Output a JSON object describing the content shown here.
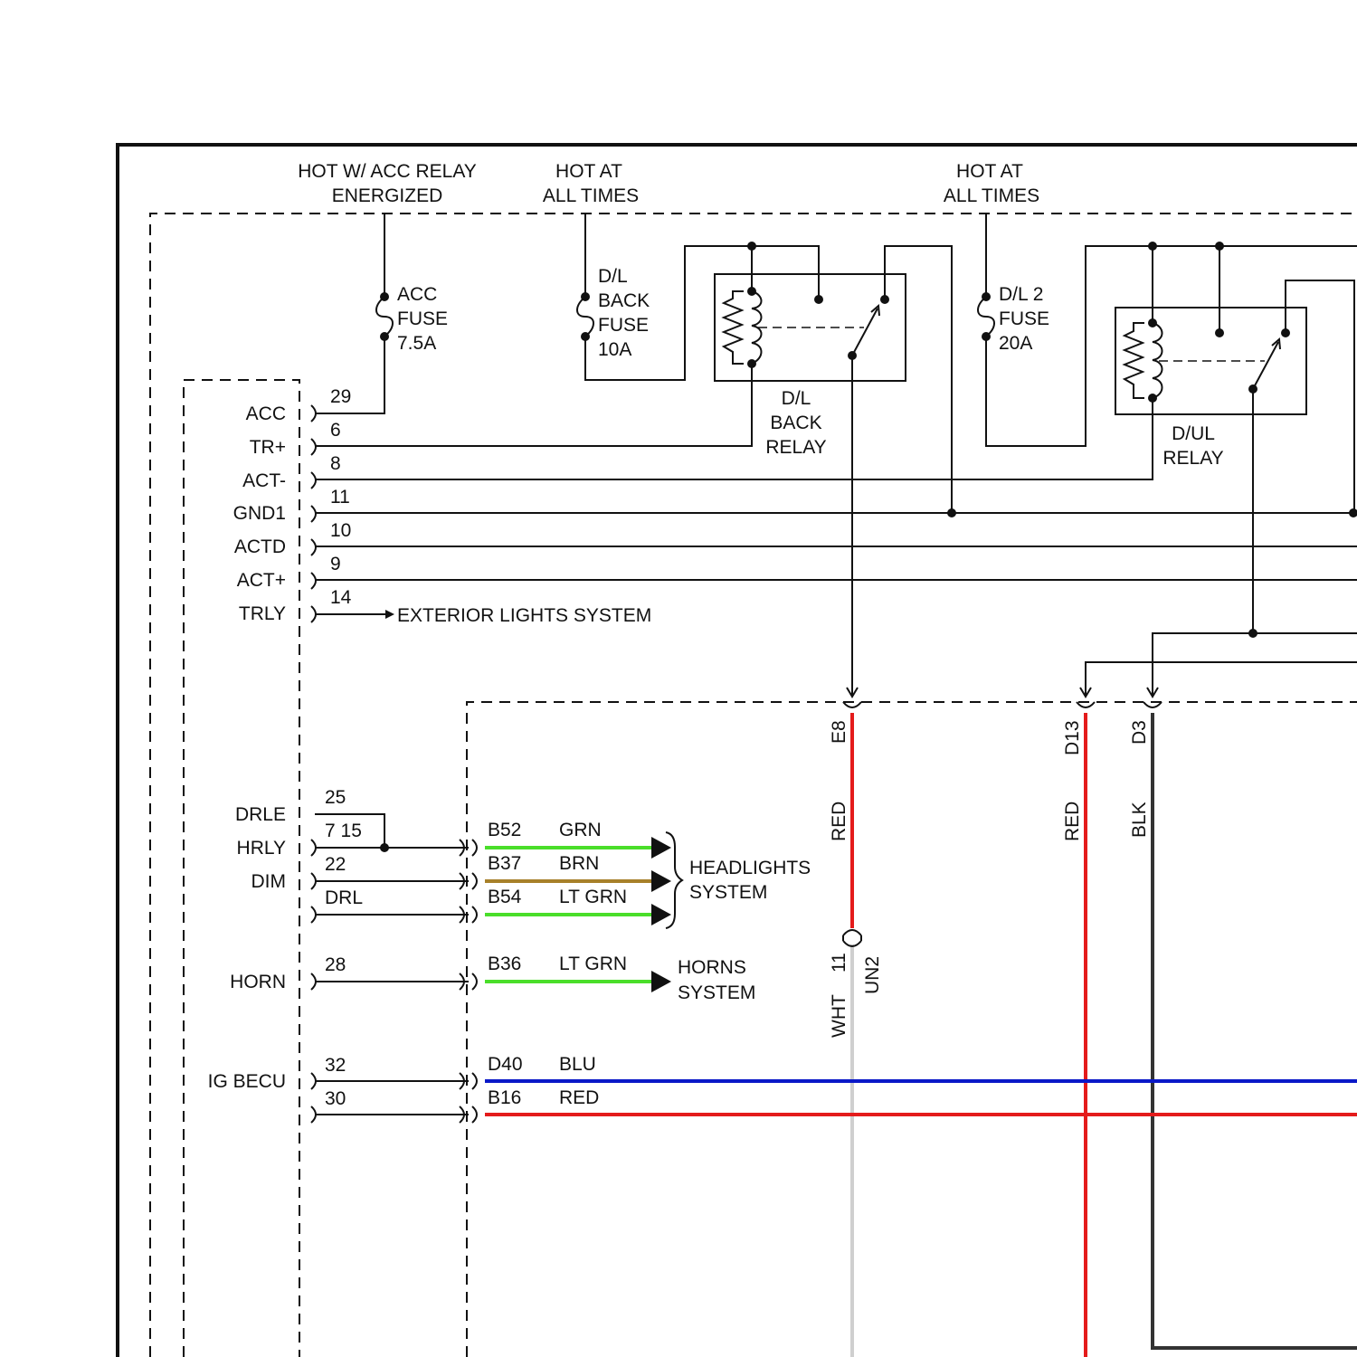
{
  "colors": {
    "GRN": "#4ade2a",
    "BRN": "#a7802a",
    "LT_GRN": "#4ade2a",
    "RED": "#e41b1b",
    "BLU": "#0a18c8",
    "WHT": "#cfcfcf",
    "BLK": "#333333"
  },
  "supply": {
    "acc_line1": "HOT W/ ACC RELAY",
    "acc_line2": "ENERGIZED",
    "hot1_line1": "HOT AT",
    "hot1_line2": "ALL TIMES",
    "hot2_line1": "HOT AT",
    "hot2_line2": "ALL TIMES"
  },
  "fuses": {
    "acc": [
      "ACC",
      "FUSE",
      "7.5A"
    ],
    "dl_back": [
      "D/L",
      "BACK",
      "FUSE",
      "10A"
    ],
    "dl2": [
      "D/L 2",
      "FUSE",
      "20A"
    ]
  },
  "relays": {
    "dl_back": [
      "D/L",
      "BACK",
      "RELAY"
    ],
    "dul": [
      "D/UL",
      "RELAY"
    ]
  },
  "module_pins": [
    {
      "name": "ACC",
      "pin": "29"
    },
    {
      "name": "TR+",
      "pin": "6"
    },
    {
      "name": "ACT-",
      "pin": "8"
    },
    {
      "name": "GND1",
      "pin": "11"
    },
    {
      "name": "ACTD",
      "pin": "10"
    },
    {
      "name": "ACT+",
      "pin": "9"
    },
    {
      "name": "TRLY",
      "pin": "14"
    }
  ],
  "exterior_lights": "EXTERIOR LIGHTS SYSTEM",
  "lower_pins": [
    {
      "name": "DRLE",
      "pin": "25"
    },
    {
      "name": "HRLY",
      "pin": "7 15"
    },
    {
      "name": "DIM",
      "pin": "22"
    },
    {
      "name": "",
      "pin": "DRL"
    },
    {
      "name": "HORN",
      "pin": "28"
    },
    {
      "name": "IG BECU",
      "pin": "32"
    },
    {
      "name": "",
      "pin": "30"
    }
  ],
  "headlight_circuits": [
    {
      "connector": "B52",
      "color": "GRN"
    },
    {
      "connector": "B37",
      "color": "BRN"
    },
    {
      "connector": "B54",
      "color": "LT GRN"
    }
  ],
  "headlights_label": [
    "HEADLIGHTS",
    "SYSTEM"
  ],
  "horn_circuit": {
    "connector": "B36",
    "color": "LT GRN"
  },
  "horns_label": [
    "HORNS",
    "SYSTEM"
  ],
  "ig_circuits": [
    {
      "connector": "D40",
      "color": "BLU"
    },
    {
      "connector": "B16",
      "color": "RED"
    }
  ],
  "vertical_wires": [
    {
      "connector": "E8",
      "color": "RED"
    },
    {
      "connector": "D13",
      "color": "RED"
    },
    {
      "connector": "D3",
      "color": "BLK"
    }
  ],
  "un2": {
    "pin": "11",
    "connector": "UN2",
    "color": "WHT"
  }
}
